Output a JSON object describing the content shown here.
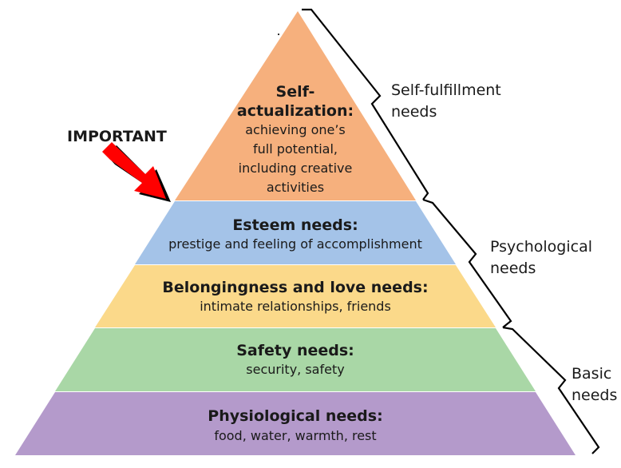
{
  "colors": {
    "self_actualization": "#f6b07d",
    "esteem": "#a4c3e8",
    "belonging": "#fbd98a",
    "safety": "#a9d7a6",
    "physiological": "#b49acb",
    "arrow_fill": "#ff0000",
    "arrow_shadow": "#000000",
    "bracket": "#000000"
  },
  "important_label": "IMPORTANT",
  "levels": {
    "self_actualization": {
      "title_lines": [
        "Self-",
        "actualization:"
      ],
      "desc_lines": [
        "achieving one’s",
        "full potential,",
        "including creative",
        "activities"
      ]
    },
    "esteem": {
      "title": "Esteem needs:",
      "desc": "prestige and feeling of accomplishment"
    },
    "belonging": {
      "title": "Belongingness and love needs:",
      "desc": "intimate relationships, friends"
    },
    "safety": {
      "title": "Safety needs:",
      "desc": "security, safety"
    },
    "physiological": {
      "title": "Physiological needs:",
      "desc": "food, water, warmth, rest"
    }
  },
  "groups": {
    "self_fulfillment": [
      "Self-fulfillment",
      "needs"
    ],
    "psychological": [
      "Psychological",
      "needs"
    ],
    "basic": [
      "Basic",
      "needs"
    ]
  }
}
